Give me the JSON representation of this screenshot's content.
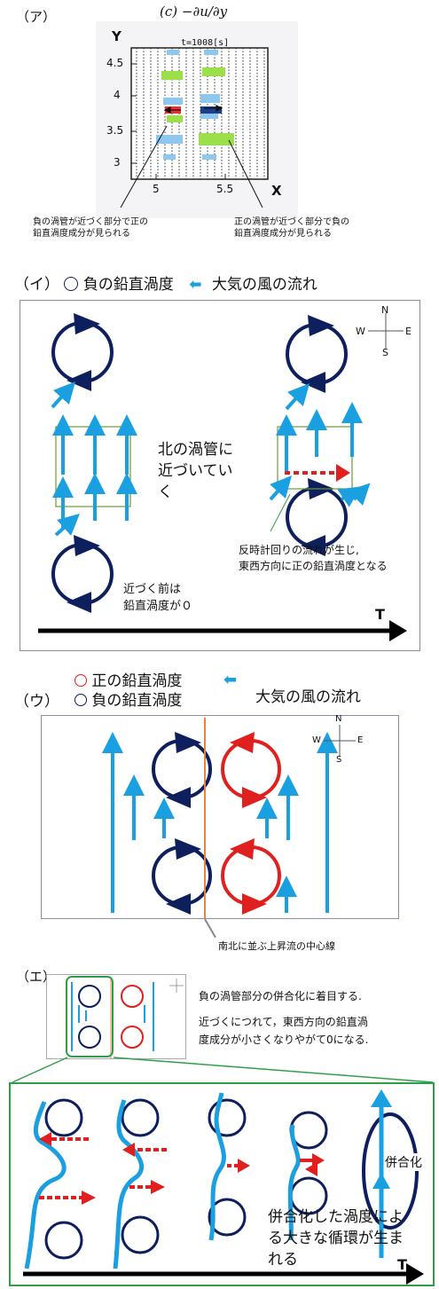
{
  "section_a": {
    "label": "（ア）",
    "title": "(c) −∂u/∂y",
    "time_label": "t=1008[s]",
    "y_axis": "Y",
    "x_axis": "X",
    "y_ticks": [
      "4.5",
      "4",
      "3.5",
      "3"
    ],
    "x_ticks": [
      "5",
      "5.5"
    ],
    "note_left_1": "負の渦管が近づく部分で正の",
    "note_left_2": "鉛直渦度成分が見られる",
    "note_right_1": "正の渦管が近づく部分で負の",
    "note_right_2": "鉛直渦度成分が見られる"
  },
  "section_i": {
    "label": "（イ）",
    "legend_neg": "負の鉛直渦度",
    "legend_wind": "大気の風の流れ",
    "compass": {
      "n": "N",
      "s": "S",
      "e": "E",
      "w": "W"
    },
    "text_north": "北の渦管に近づいていく",
    "text_line1": "北の渦管に",
    "text_line2": "近づいてい",
    "text_line3": "く",
    "note_before_1": "近づく前は",
    "note_before_2": "鉛直渦度が０",
    "note_ccw_1": "反時計回りの流れが生じ,",
    "note_ccw_2": "東西方向に正の鉛直渦度となる",
    "time_axis": "T"
  },
  "section_u": {
    "label": "（ウ）",
    "legend_pos": "正の鉛直渦度",
    "legend_neg": "負の鉛直渦度",
    "legend_wind": "大気の風の流れ",
    "compass": {
      "n": "N",
      "s": "S",
      "e": "E",
      "w": "W"
    },
    "note_center": "南北に並ぶ上昇流の中心線"
  },
  "section_e": {
    "label": "（エ）",
    "note_1": "負の渦管部分の併合化に着目する.",
    "note_2a": "近づくにつれて，東西方向の鉛直渦",
    "note_2b": "度成分が小さくなりやがて0になる.",
    "merge_label": "併合化",
    "result_1": "併合化した渦度によ",
    "result_2": "る大きな循環が生ま",
    "result_3": "れる",
    "time_axis": "T"
  },
  "colors": {
    "neg_vortex": "#0d1f5c",
    "pos_vortex": "#e0201e",
    "wind": "#1a9fe0",
    "frame": "#8a8fa3",
    "green": "#2f9e4a",
    "orange": "#e8843a"
  }
}
